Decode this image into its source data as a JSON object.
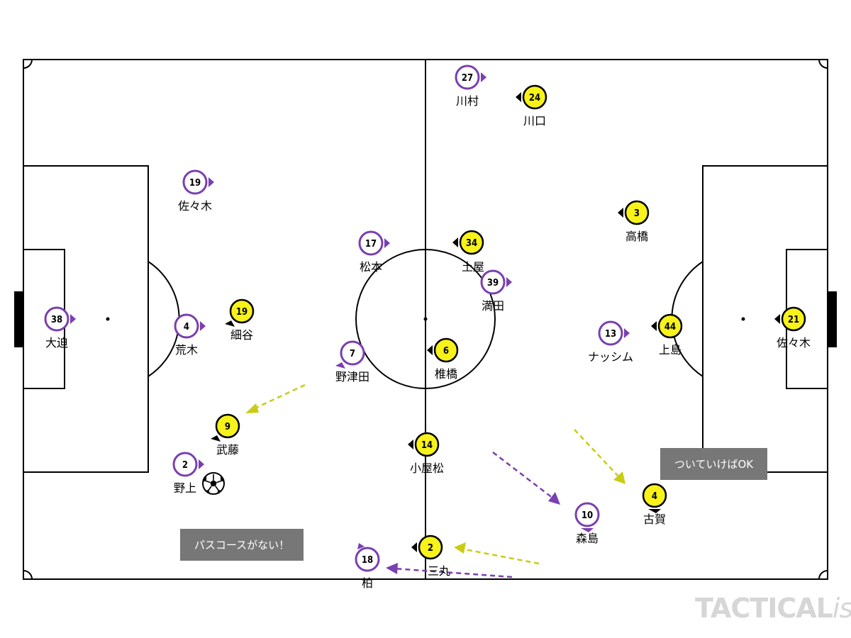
{
  "players": [
    {
      "id": "p-purple-38",
      "team": "purple",
      "number": "38",
      "name": "大迫",
      "dir": "right"
    },
    {
      "id": "p-purple-4",
      "team": "purple",
      "number": "4",
      "name": "荒木",
      "dir": "right"
    },
    {
      "id": "p-purple-19",
      "team": "purple",
      "number": "19",
      "name": "佐々木",
      "dir": "right"
    },
    {
      "id": "p-purple-17",
      "team": "purple",
      "number": "17",
      "name": "松本",
      "dir": "right"
    },
    {
      "id": "p-purple-7",
      "team": "purple",
      "number": "7",
      "name": "野津田",
      "dir": "down-left"
    },
    {
      "id": "p-purple-27",
      "team": "purple",
      "number": "27",
      "name": "川村",
      "dir": "right"
    },
    {
      "id": "p-purple-39",
      "team": "purple",
      "number": "39",
      "name": "満田",
      "dir": "right"
    },
    {
      "id": "p-purple-2",
      "team": "purple",
      "number": "2",
      "name": "野上",
      "dir": "right"
    },
    {
      "id": "p-purple-18",
      "team": "purple",
      "number": "18",
      "name": "柏",
      "dir": "up-left"
    },
    {
      "id": "p-purple-10",
      "team": "purple",
      "number": "10",
      "name": "森島",
      "dir": "down"
    },
    {
      "id": "p-purple-13",
      "team": "purple",
      "number": "13",
      "name": "ナッシム",
      "dir": "right"
    },
    {
      "id": "p-yellow-19",
      "team": "yellow",
      "number": "19",
      "name": "細谷",
      "dir": "down-left"
    },
    {
      "id": "p-yellow-9",
      "team": "yellow",
      "number": "9",
      "name": "武藤",
      "dir": "down-left"
    },
    {
      "id": "p-yellow-24",
      "team": "yellow",
      "number": "24",
      "name": "川口",
      "dir": "left"
    },
    {
      "id": "p-yellow-34",
      "team": "yellow",
      "number": "34",
      "name": "土屋",
      "dir": "left"
    },
    {
      "id": "p-yellow-6",
      "team": "yellow",
      "number": "6",
      "name": "椎橋",
      "dir": "left"
    },
    {
      "id": "p-yellow-14",
      "team": "yellow",
      "number": "14",
      "name": "小屋松",
      "dir": "left"
    },
    {
      "id": "p-yellow-2",
      "team": "yellow",
      "number": "2",
      "name": "三丸",
      "dir": "left"
    },
    {
      "id": "p-yellow-3",
      "team": "yellow",
      "number": "3",
      "name": "高橋",
      "dir": "left"
    },
    {
      "id": "p-yellow-44",
      "team": "yellow",
      "number": "44",
      "name": "上島",
      "dir": "left"
    },
    {
      "id": "p-yellow-21",
      "team": "yellow",
      "number": "21",
      "name": "佐々木",
      "dir": "left"
    },
    {
      "id": "p-yellow-4",
      "team": "yellow",
      "number": "4",
      "name": "古賀",
      "dir": "down"
    }
  ],
  "notes": {
    "no_pass_route": "パスコースがない！",
    "follow_ok": "ついていけばOK"
  },
  "brand": {
    "part1": "TACTICAL",
    "part2": "ista"
  },
  "colors": {
    "purple": "#7a3fb0",
    "yellow": "#f7f21a",
    "yellow_arrow": "#c9cc12",
    "line": "#000000"
  }
}
